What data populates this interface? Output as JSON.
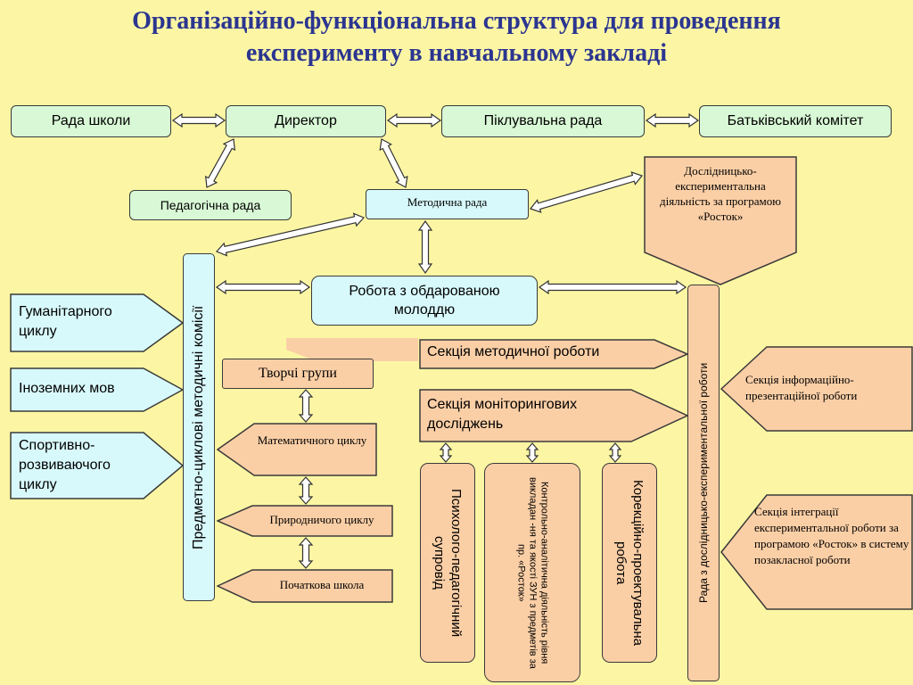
{
  "title": {
    "line1": "Організаційно-функціональна структура для проведення",
    "line2": "експерименту в навчальному закладі"
  },
  "nodes": {
    "rada_shkoly": "Рада школи",
    "dyrektor": "Директор",
    "pikluvalna_rada": "Піклувальна рада",
    "batkivskyi_komitet": "Батьківський комітет",
    "pedagogichna_rada": "Педагогічна рада",
    "metodychna_rada": "Методична рада",
    "doslidnytsko": "Дослідницько-експериментальна діяльність за програмою «Росток»",
    "robota_z_obdarovanoiu": "Робота з обдарованою молоддю",
    "predmetno_tsyklovi": "Предметно-циклові методичні комісії",
    "humanitarnoho": "Гуманітарного циклу",
    "inozemnykh": "Іноземних мов",
    "sportyvno": "Спортивно-розвиваючого циклу",
    "tvorchi_hrupy": "Творчі групи",
    "matematychnoho": "Математичного циклу",
    "pryrodnychoho": "Природничого циклу",
    "pochatkova": "Початкова школа",
    "sektsiia_metodychnoi": "Секція методичної роботи",
    "sektsiia_monitorynhovykh": "Секція моніторингових досліджень",
    "psykholoho": "Психолого-педагогічний супровід",
    "kontrolno": "Контрольно-аналітична діяльність рівня викладан -ня та якості ЗУН з предметів за пр. «Росток»",
    "korektsiino": "Корекційно-проектувальна робота",
    "rada_z_doslidnytsko": "Рада з дослідницько-експериментальної роботи",
    "sektsiia_informatsiino": "Секція інформаційно-презентаційної роботи",
    "sektsiia_intehratsii": "Секція інтеграції експериментальної роботи за програмою «Росток» в систему позакласної роботи"
  },
  "colors": {
    "background": "#fcf6a4",
    "title": "#2b3590",
    "green_box": "#d9f9d6",
    "cyan_box": "#d8f9fb",
    "peach_box": "#fbcfa6",
    "arrow_fill": "#ffffff",
    "border": "#3a3a3a"
  }
}
